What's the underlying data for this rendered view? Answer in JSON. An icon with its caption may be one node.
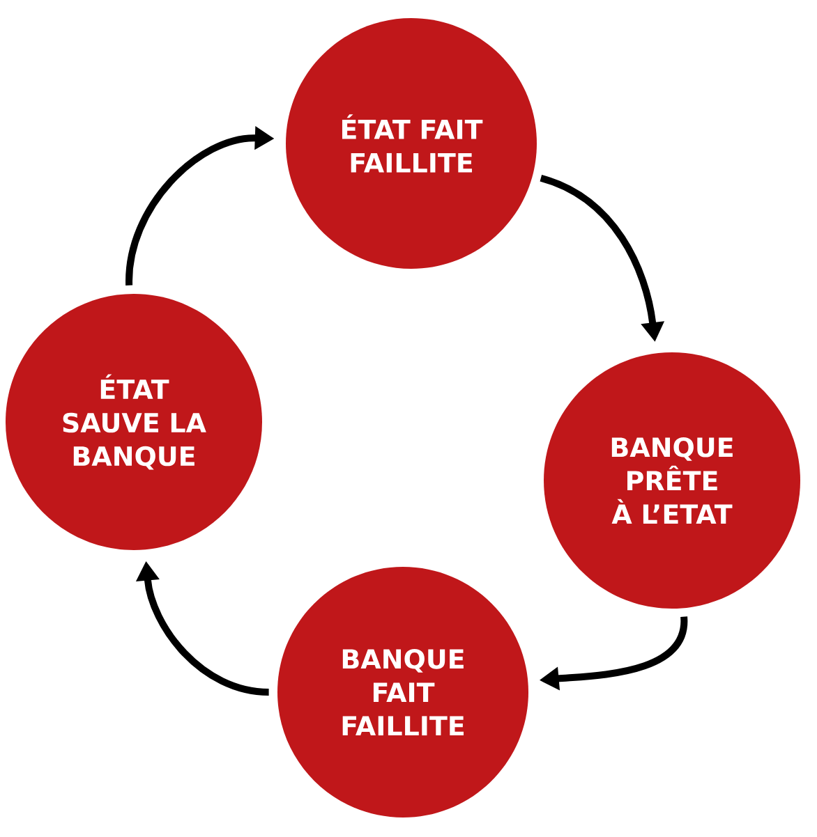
{
  "diagram": {
    "nodes": [
      {
        "text": [
          "ÉTAT FAIT FAILLITE"
        ]
      },
      {
        "text": [
          "BANQUE PRÊTE À L’ETAT"
        ]
      },
      {
        "text": [
          "BANQUE FAIT FAILLITE"
        ]
      },
      {
        "text": [
          "ÉTAT SAUVE LA BANQUE"
        ]
      }
    ],
    "edges": [
      {
        "from": 0,
        "to": 1,
        "arrow": "to"
      },
      {
        "from": 1,
        "to": 2,
        "arrow": "to"
      },
      {
        "from": 2,
        "to": 3,
        "arrow": "to"
      },
      {
        "from": 3,
        "to": 0,
        "arrow": "to"
      }
    ]
  }
}
